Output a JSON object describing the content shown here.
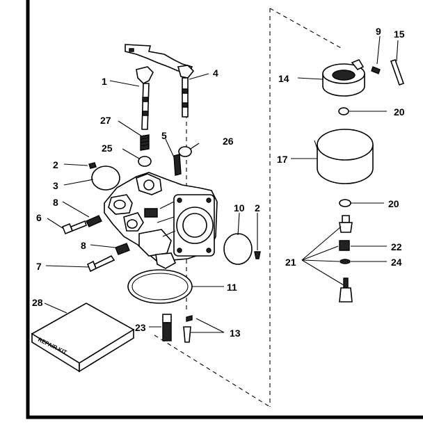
{
  "callouts": {
    "c1": "1",
    "c2a": "2",
    "c2b": "2",
    "c3": "3",
    "c4": "4",
    "c5": "5",
    "c6": "6",
    "c7": "7",
    "c8a": "8",
    "c8b": "8",
    "c9": "9",
    "c10": "10",
    "c11": "11",
    "c13": "13",
    "c14": "14",
    "c15": "15",
    "c17": "17",
    "c20a": "20",
    "c20b": "20",
    "c21": "21",
    "c22": "22",
    "c23": "23",
    "c24": "24",
    "c25": "25",
    "c26": "26",
    "c27": "27",
    "c28": "28"
  },
  "repair_kit_text": "REPAIR KIT"
}
